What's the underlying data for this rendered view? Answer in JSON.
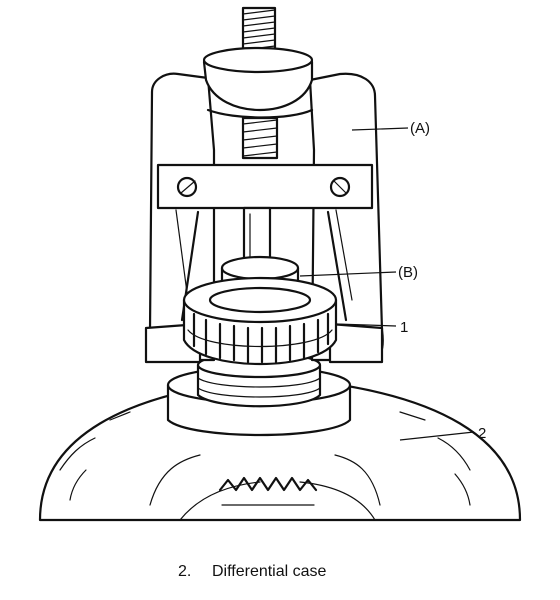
{
  "labels": {
    "puller": "(A)",
    "adapter": "(B)",
    "bearing_num": "1",
    "case_num": "2"
  },
  "caption": {
    "number": "2.",
    "text": "Differential case"
  }
}
